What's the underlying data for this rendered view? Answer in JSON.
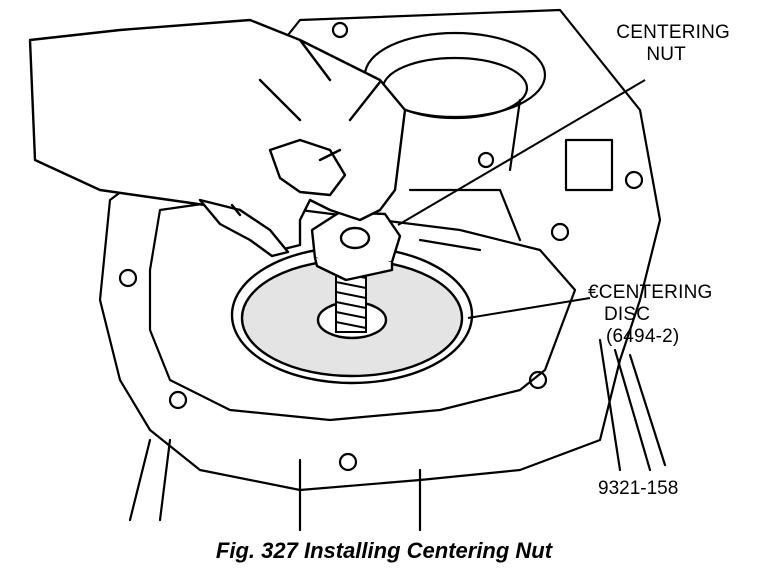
{
  "colors": {
    "ink": "#000000",
    "paper": "#ffffff",
    "disc_tone": "#e4e4e4"
  },
  "callouts": {
    "centering_nut": {
      "line1": "CENTERING",
      "line2": "NUT"
    },
    "centering_disc": {
      "line1": "CENTERING",
      "line2": "DISC",
      "line3": "(6494-2)",
      "marker": "€"
    }
  },
  "figure_number": "9321-158",
  "caption": "Fig. 327 Installing Centering Nut"
}
